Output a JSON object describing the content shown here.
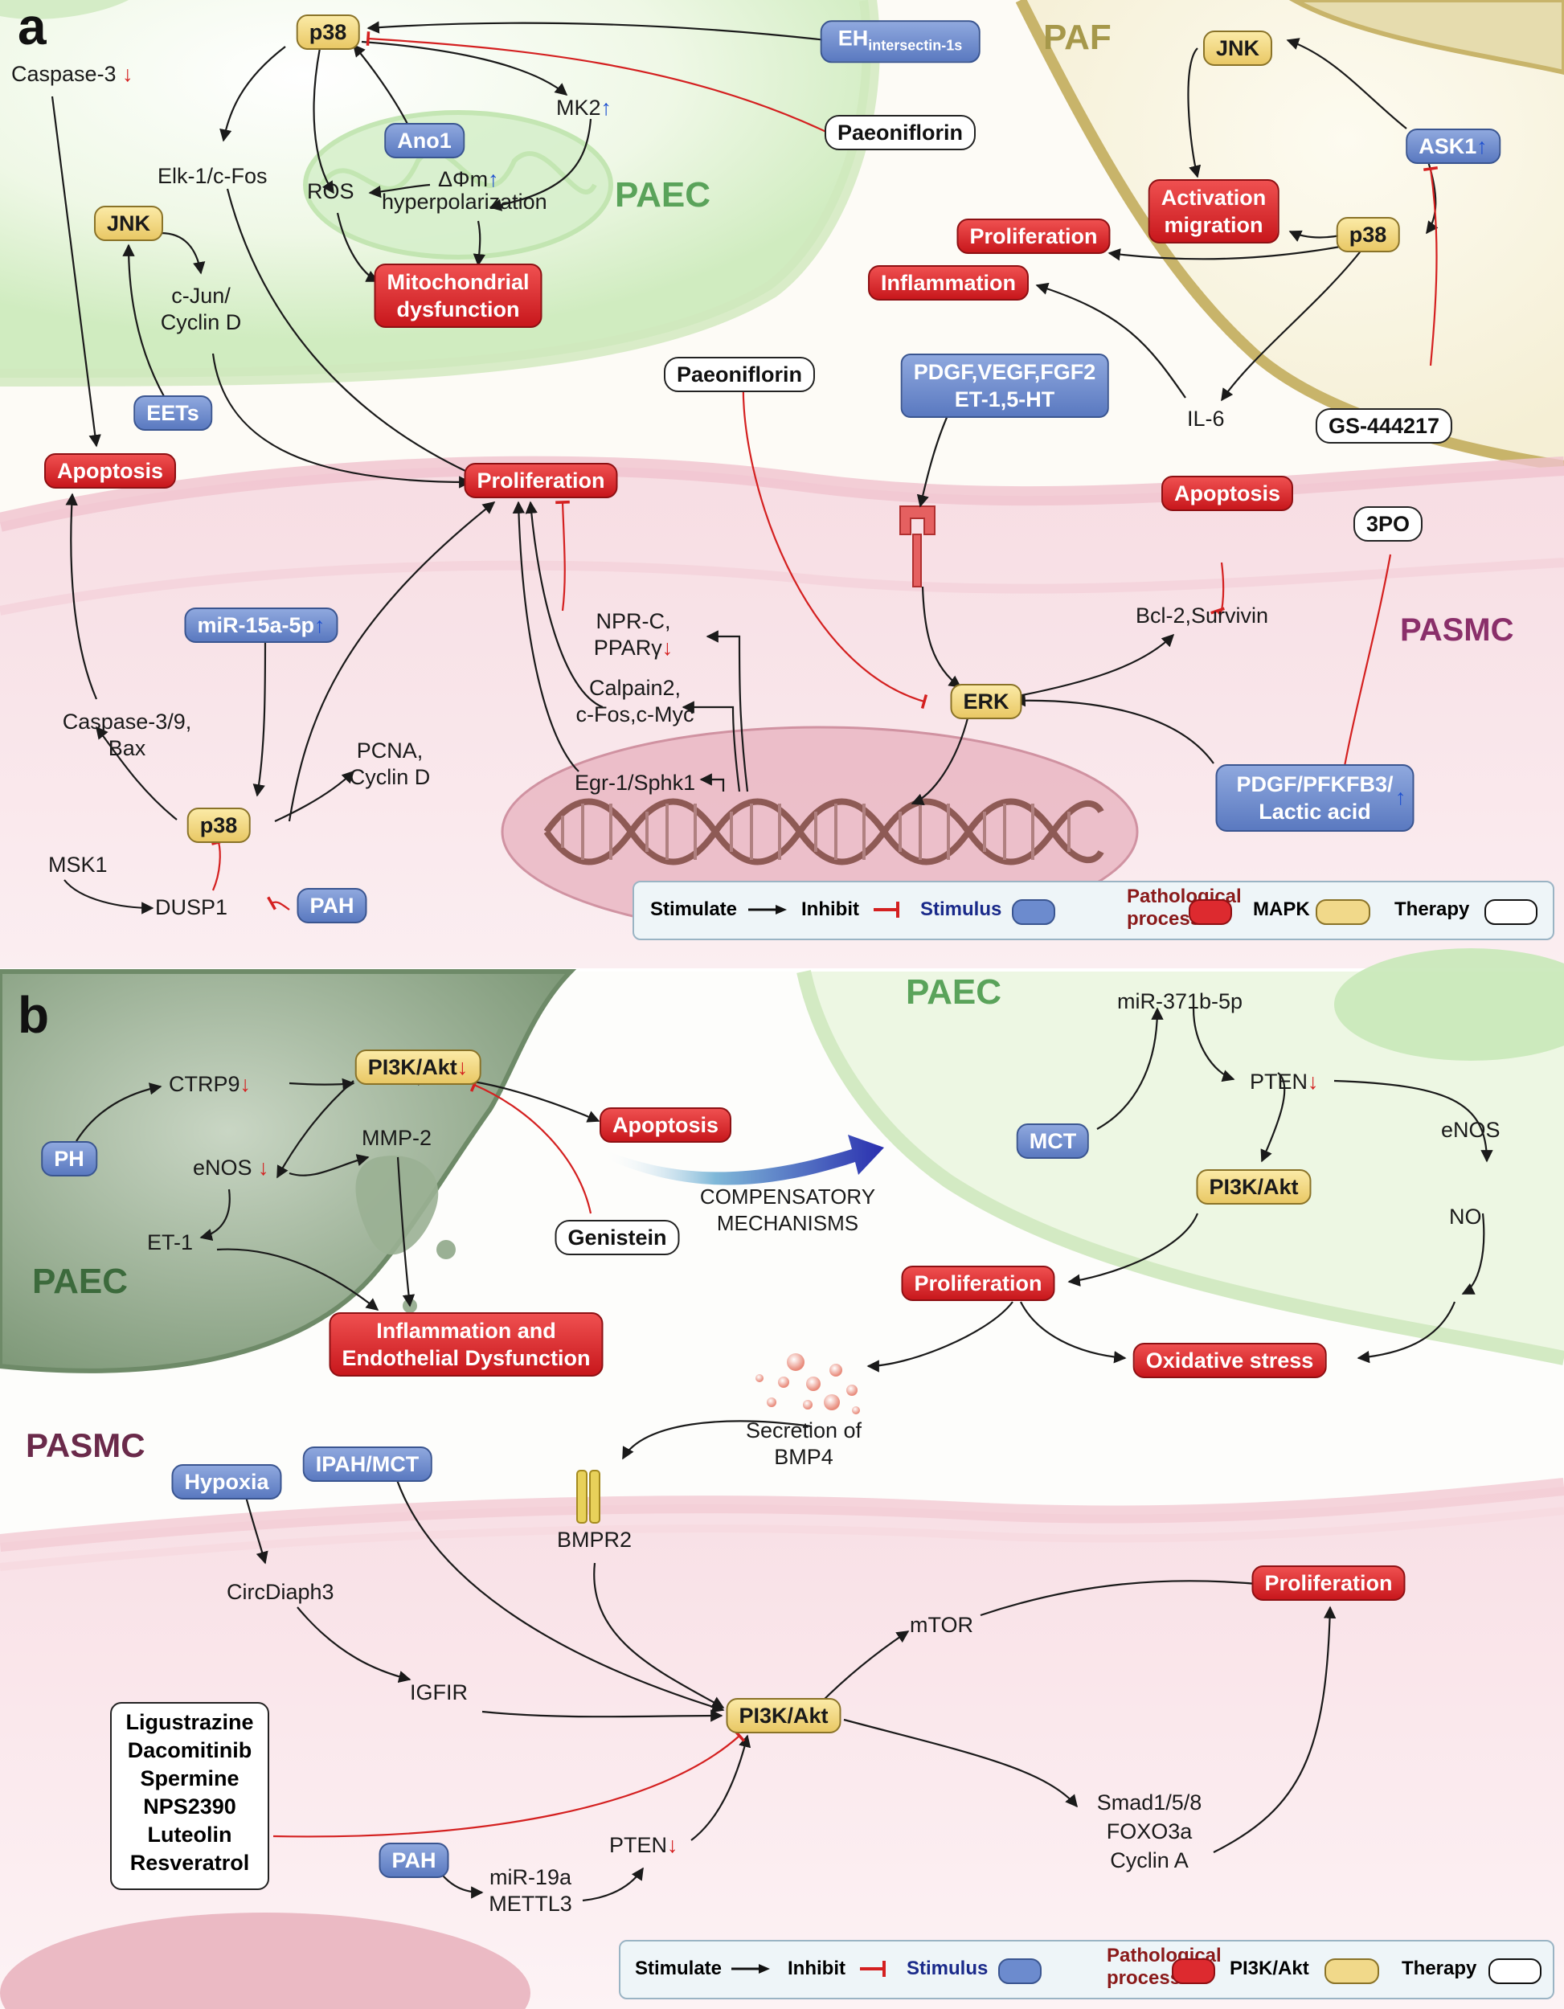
{
  "panel_a": {
    "letter": "a",
    "regions": {
      "paec": "PAEC",
      "paf": "PAF",
      "pasmc": "PASMC"
    },
    "mapk_nodes": {
      "p38_top": "p38",
      "jnk_left": "JNK",
      "jnk_paf": "JNK",
      "p38_paf": "p38",
      "erk": "ERK",
      "p38_bottom": "p38"
    },
    "stimulus_nodes": {
      "eh": "EH",
      "eh_sub": "intersectin-1s",
      "ano1": "Ano1",
      "ask1": "ASK1",
      "eets": "EETs",
      "growth_factors_1": "PDGF,VEGF,FGF2",
      "growth_factors_2": "ET-1,5-HT",
      "mir15a": "miR-15a-5p",
      "pah": "PAH",
      "pdgf_pfkfb3_1": "PDGF/PFKFB3/",
      "pdgf_pfkfb3_2": "Lactic acid"
    },
    "pathology_nodes": {
      "mito_1": "Mitochondrial",
      "mito_2": "dysfunction",
      "activation_1": "Activation",
      "activation_2": "migration",
      "proliferation_paf": "Proliferation",
      "inflammation": "Inflammation",
      "apoptosis_left": "Apoptosis",
      "proliferation_center": "Proliferation",
      "apoptosis_right": "Apoptosis"
    },
    "therapy_nodes": {
      "paeoniflorin_top": "Paeoniflorin",
      "paeoniflorin_mid": "Paeoniflorin",
      "gs": "GS-444217",
      "threepo": "3PO"
    },
    "labels": {
      "caspase3": "Caspase-3",
      "mk2": "MK2",
      "elk": "Elk-1/c-Fos",
      "ros": "ROS",
      "dphi": "ΔΦm",
      "hyperpol": "hyperpolarization",
      "cjun_1": "c-Jun/",
      "cjun_2": "Cyclin D",
      "il6": "IL-6",
      "nprc_1": "NPR-C,",
      "nprc_2": "PPARγ",
      "bcl2": "Bcl-2,Survivin",
      "calpain_1": "Calpain2,",
      "calpain_2": "c-Fos,c-Myc",
      "casp39_1": "Caspase-3/9,",
      "casp39_2": "Bax",
      "pcna_1": "PCNA,",
      "pcna_2": "Cyclin D",
      "egr1": "Egr-1/Sphk1",
      "msk1": "MSK1",
      "dusp1": "DUSP1"
    },
    "legend": {
      "stimulate": "Stimulate",
      "inhibit": "Inhibit",
      "stimulus": "Stimulus",
      "pathological_1": "Pathological",
      "pathological_2": "process",
      "mapk": "MAPK",
      "therapy": "Therapy"
    }
  },
  "panel_b": {
    "letter": "b",
    "regions": {
      "paec_top": "PAEC",
      "paec_left": "PAEC",
      "pasmc": "PASMC"
    },
    "kinase_nodes": {
      "pi3k_top": "PI3K/Akt",
      "pi3k_right": "PI3K/Akt",
      "pi3k_center": "PI3K/Akt"
    },
    "stimulus_nodes": {
      "ph": "PH",
      "mct": "MCT",
      "hypoxia": "Hypoxia",
      "ipah": "IPAH/MCT",
      "pah": "PAH"
    },
    "pathology_nodes": {
      "apoptosis": "Apoptosis",
      "inflammation_1": "Inflammation and",
      "inflammation_2": "Endothelial Dysfunction",
      "proliferation_mid": "Proliferation",
      "oxidative": "Oxidative stress",
      "proliferation_bottom": "Proliferation"
    },
    "therapy_nodes": {
      "genistein": "Genistein",
      "drugs": [
        "Ligustrazine",
        "Dacomitinib",
        "Spermine",
        "NPS2390",
        "Luteolin",
        "Resveratrol"
      ]
    },
    "labels": {
      "ctrp9": "CTRP9",
      "enos_left": "eNOS",
      "mmp2": "MMP-2",
      "et1": "ET-1",
      "compensatory_1": "COMPENSATORY",
      "compensatory_2": "MECHANISMS",
      "mir371": "miR-371b-5p",
      "pten_top": "PTEN",
      "enos_right": "eNOS",
      "no": "NO",
      "secretion_1": "Secretion of",
      "secretion_2": "BMP4",
      "bmpr2": "BMPR2",
      "circdiaph3": "CircDiaph3",
      "igfir": "IGFIR",
      "mtor": "mTOR",
      "smad": "Smad1/5/8",
      "foxo3a": "FOXO3a",
      "cyclina": "Cyclin A",
      "pten_bottom": "PTEN",
      "mir19a": "miR-19a",
      "mettl3": "METTL3"
    },
    "legend": {
      "stimulate": "Stimulate",
      "inhibit": "Inhibit",
      "stimulus": "Stimulus",
      "pathological_1": "Pathological",
      "pathological_2": "process",
      "pi3k": "PI3K/Akt",
      "therapy": "Therapy"
    }
  },
  "colors": {
    "stimulate_arrow": "#1a1a1a",
    "inhibit_line": "#d42020",
    "mapk_fill": "#f1d98a",
    "stimulus_fill": "#6c8bce",
    "pathology_fill": "#dd2a2f",
    "paec_text": "#5aa35a",
    "paf_text": "#a6984a",
    "pasmc_text": "#8a2f6a",
    "up_arrow": "#1d4fd0",
    "down_arrow": "#d42020"
  }
}
